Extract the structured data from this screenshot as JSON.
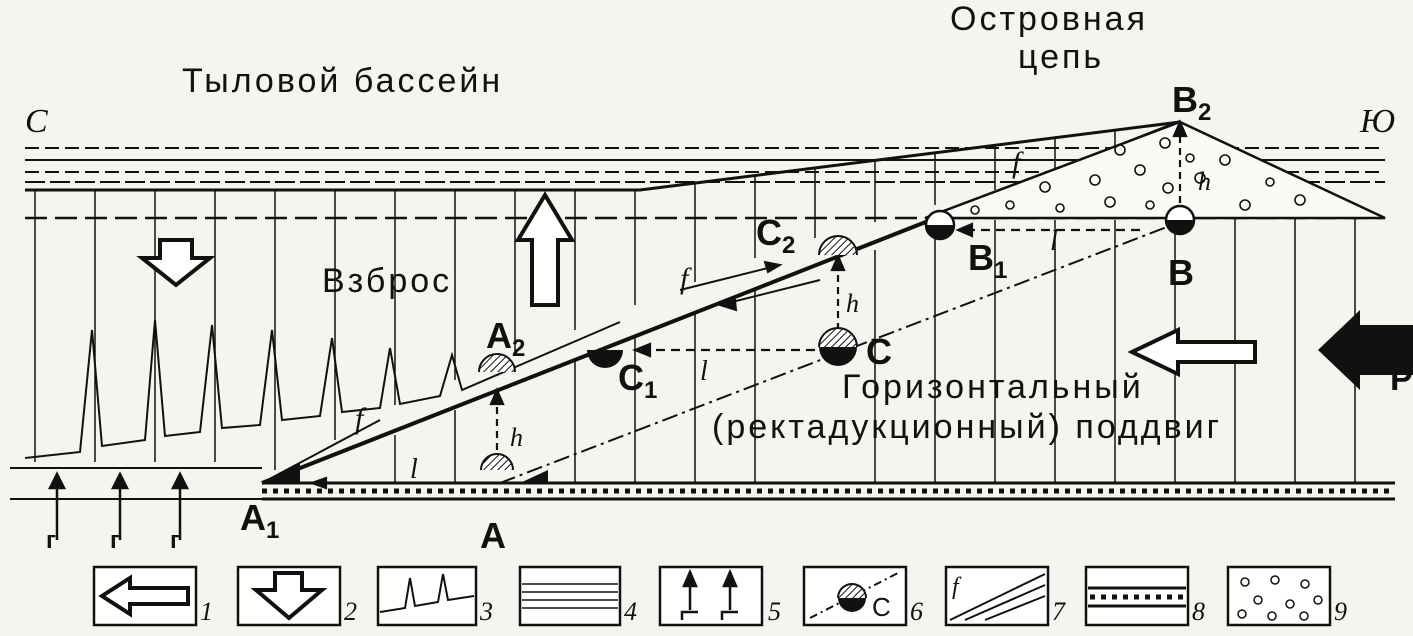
{
  "titles": {
    "rear_basin": "Тыловой бассейн",
    "island_arc_line1": "Островная",
    "island_arc_line2": "цепь",
    "reverse_fault": "Взброс",
    "underthrust_line1": "Горизонтальный",
    "underthrust_line2": "(ректадукционный) поддвиг"
  },
  "directions": {
    "north": "С",
    "south": "Ю"
  },
  "points": {
    "A": "A",
    "A1": "A",
    "A1_sub": "1",
    "A2": "A",
    "A2_sub": "2",
    "B": "B",
    "B1": "B",
    "B1_sub": "1",
    "B2": "B",
    "B2_sub": "2",
    "C": "C",
    "C1": "C",
    "C1_sub": "1",
    "C2": "C",
    "C2_sub": "2",
    "P": "P"
  },
  "symbols": {
    "f": "f",
    "h": "h",
    "l": "l",
    "r": "г"
  },
  "legend": [
    {
      "num": "1",
      "icon": "horizontal-arrow-icon"
    },
    {
      "num": "2",
      "icon": "down-arrow-icon"
    },
    {
      "num": "3",
      "icon": "spikes-icon"
    },
    {
      "num": "4",
      "icon": "water-lines-icon"
    },
    {
      "num": "5",
      "icon": "heat-arrows-icon"
    },
    {
      "num": "6",
      "icon": "marker-point-icon",
      "label": "C"
    },
    {
      "num": "7",
      "icon": "fault-f-icon",
      "label": "f"
    },
    {
      "num": "8",
      "icon": "dotted-layer-icon"
    },
    {
      "num": "9",
      "icon": "circles-fill-icon"
    }
  ]
}
